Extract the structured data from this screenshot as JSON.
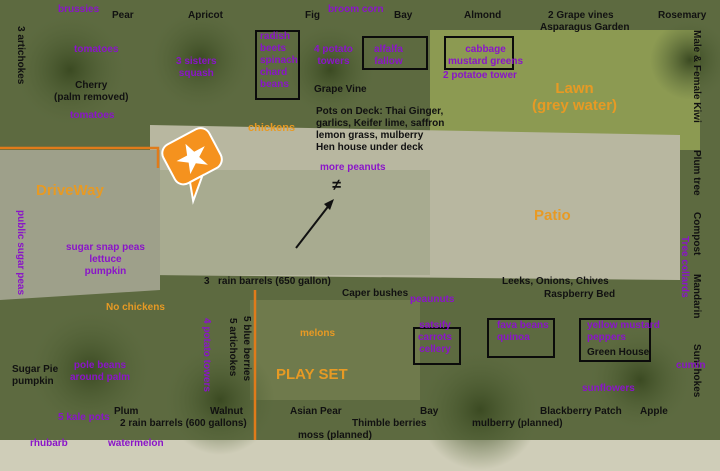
{
  "labels": [
    {
      "text": "brussies",
      "color": "purple"
    },
    {
      "text": "Pear",
      "color": "black"
    },
    {
      "text": "Apricot",
      "color": "black"
    },
    {
      "text": "Fig",
      "color": "black"
    },
    {
      "text": "broom corn",
      "color": "purple"
    },
    {
      "text": "Bay",
      "color": "black"
    },
    {
      "text": "Almond",
      "color": "black"
    },
    {
      "text": "2 Grape vines",
      "color": "black"
    },
    {
      "text": "Asparagus Garden",
      "color": "black"
    },
    {
      "text": "Rosemary",
      "color": "black"
    },
    {
      "text": "3 artichokes",
      "color": "black"
    },
    {
      "text": "tomatoes",
      "color": "purple"
    },
    {
      "text": "3 sisters\nsquash",
      "color": "purple"
    },
    {
      "text": "radish\nbeets\nspinach\nchard\nbeans",
      "color": "purple"
    },
    {
      "text": "4 potato\ntowers",
      "color": "purple"
    },
    {
      "text": "alfalfa\nfallow",
      "color": "purple"
    },
    {
      "text": "cabbage\nmustard greens",
      "color": "purple"
    },
    {
      "text": "2 potatoe tower",
      "color": "purple"
    },
    {
      "text": "Male & Female Kiwi",
      "color": "black"
    },
    {
      "text": "Cherry\n(palm removed)",
      "color": "black"
    },
    {
      "text": "Grape Vine",
      "color": "black"
    },
    {
      "text": "Lawn\n(grey water)",
      "color": "orange"
    },
    {
      "text": "tomatoes",
      "color": "purple"
    },
    {
      "text": "chickens",
      "color": "orange"
    },
    {
      "text": "Pots on Deck: Thai Ginger,\ngarlics, Keifer lime, saffron\nlemon grass, mulberry\nHen house under deck",
      "color": "black"
    },
    {
      "text": "Plum tree",
      "color": "black"
    },
    {
      "text": "more peanuts",
      "color": "purple"
    },
    {
      "text": "DriveWay",
      "color": "orange"
    },
    {
      "text": "Patio",
      "color": "orange"
    },
    {
      "text": "Compost",
      "color": "black"
    },
    {
      "text": "public sugar peas",
      "color": "purple"
    },
    {
      "text": "sugar snap peas\nlettuce\npumpkin",
      "color": "purple"
    },
    {
      "text": "Tree collards",
      "color": "purple"
    },
    {
      "text": "3",
      "color": "black"
    },
    {
      "text": "rain barrels (650 gallon)",
      "color": "black"
    },
    {
      "text": "Leeks, Onions, Chives",
      "color": "black"
    },
    {
      "text": "Raspberry Bed",
      "color": "black"
    },
    {
      "text": "Mandarin",
      "color": "black"
    },
    {
      "text": "Caper bushes",
      "color": "black"
    },
    {
      "text": "peaunuts",
      "color": "purple"
    },
    {
      "text": "No chickens",
      "color": "orange"
    },
    {
      "text": "4 potato towers",
      "color": "purple"
    },
    {
      "text": "5 blue berries",
      "color": "black"
    },
    {
      "text": "5 artichokes",
      "color": "black"
    },
    {
      "text": "melons",
      "color": "orange"
    },
    {
      "text": "satsify\ncarrots\ncellery",
      "color": "purple"
    },
    {
      "text": "fava beans\nquinoa",
      "color": "purple"
    },
    {
      "text": "yellow mustard\npeppers",
      "color": "purple"
    },
    {
      "text": "Green House",
      "color": "black"
    },
    {
      "text": "Sunchokes",
      "color": "black"
    },
    {
      "text": "pole beans\naround palm",
      "color": "purple"
    },
    {
      "text": "PLAY SET",
      "color": "orange"
    },
    {
      "text": "cumin",
      "color": "purple"
    },
    {
      "text": "Sugar Pie\npumpkin",
      "color": "black"
    },
    {
      "text": "sunflowers",
      "color": "purple"
    },
    {
      "text": "5 kale pots",
      "color": "purple"
    },
    {
      "text": "Plum",
      "color": "black"
    },
    {
      "text": "Walnut",
      "color": "black"
    },
    {
      "text": "Asian Pear",
      "color": "black"
    },
    {
      "text": "Bay",
      "color": "black"
    },
    {
      "text": "Blackberry Patch",
      "color": "black"
    },
    {
      "text": "Apple",
      "color": "black"
    },
    {
      "text": "2 rain barrels (600 gallons)",
      "color": "black"
    },
    {
      "text": "Thimble berries",
      "color": "black"
    },
    {
      "text": "mulberry (planned)",
      "color": "black"
    },
    {
      "text": "rhubarb",
      "color": "purple"
    },
    {
      "text": "watermelon",
      "color": "purple"
    },
    {
      "text": "moss (planned)",
      "color": "black"
    }
  ],
  "marker": {
    "icon": "star-pin-icon",
    "color": "#f5921e"
  },
  "colors": {
    "black": "#111111",
    "purple": "#8a14c9",
    "orange": "#e79a24"
  }
}
